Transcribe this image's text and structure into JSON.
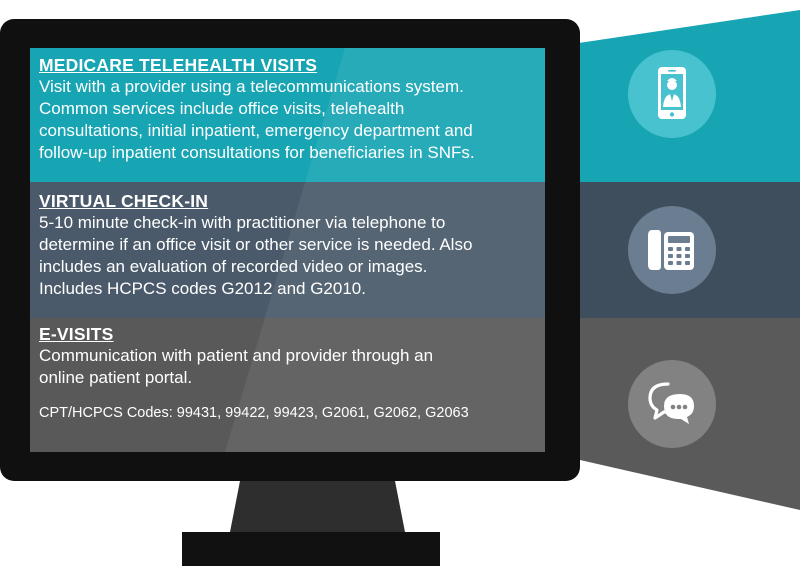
{
  "colors": {
    "teal": "#17a5b4",
    "slate": "#4a5a6a",
    "gray": "#595959",
    "monitor": "#101010",
    "icon_teal": "#49c2cf",
    "icon_slate": "#6b7d91",
    "icon_gray": "#828282"
  },
  "panels": [
    {
      "title": "MEDICARE TELEHEALTH VISITS",
      "lines": [
        "Visit with a provider using a telecommunications system.",
        "Common services include office visits, telehealth",
        "consultations, initial inpatient, emergency department and",
        "follow-up inpatient consultations for beneficiaries in SNFs."
      ],
      "icon": "smartphone-doctor-icon"
    },
    {
      "title": "VIRTUAL CHECK-IN",
      "lines": [
        "5-10 minute check-in with practitioner via telephone to",
        "determine if an office visit or other service is needed. Also",
        "includes an evaluation of recorded video or images.",
        "Includes HCPCS codes G2012 and G2010."
      ],
      "icon": "desk-phone-icon"
    },
    {
      "title": "E-VISITS",
      "lines": [
        "Communication with patient and provider through an",
        "online patient portal."
      ],
      "codes": "CPT/HCPCS Codes: 99431, 99422, 99423, G2061, G2062, G2063",
      "icon": "chat-bubbles-icon"
    }
  ]
}
